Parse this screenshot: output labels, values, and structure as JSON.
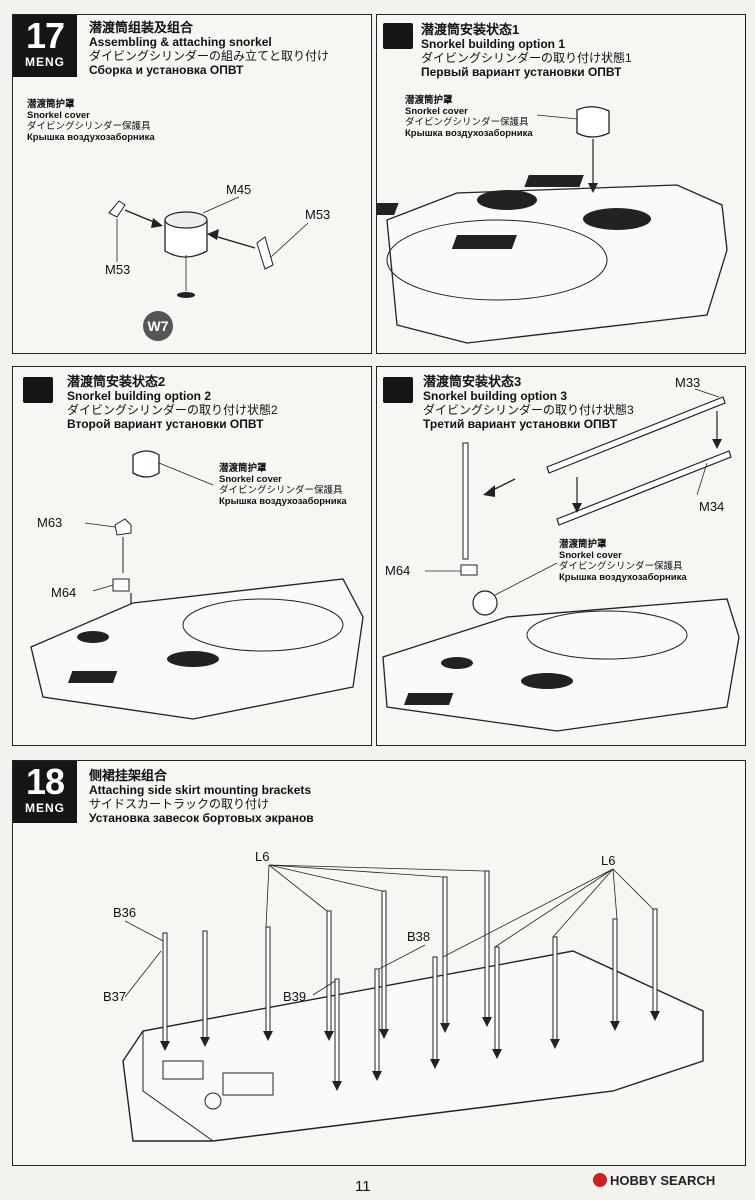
{
  "steps": {
    "s17": {
      "number": "17",
      "brand": "MENG",
      "zh": "潜渡筒组装及组合",
      "en": "Assembling & attaching snorkel",
      "ja": "ダイビングシリンダーの組み立てと取り付け",
      "ru": "Сборка и установка ОПВТ"
    },
    "s18": {
      "number": "18",
      "brand": "MENG",
      "zh": "侧裙挂架组合",
      "en": "Attaching side skirt mounting brackets",
      "ja": "サイドスカートラックの取り付け",
      "ru": "Установка завесок бортовых экранов"
    }
  },
  "cover_note": {
    "zh": "潜渡筒护罩",
    "en": "Snorkel cover",
    "ja": "ダイビングシリンダー保護具",
    "ru": "Крышка воздухозаборника"
  },
  "options": {
    "o1": {
      "zh": "潜渡筒安装状态1",
      "en": "Snorkel building option 1",
      "ja": "ダイビングシリンダーの取り付け状態1",
      "ru": "Первый вариант установки ОПВТ"
    },
    "o2": {
      "zh": "潜渡筒安装状态2",
      "en": "Snorkel building option 2",
      "ja": "ダイビングシリンダーの取り付け状態2",
      "ru": "Второй вариант установки ОПВТ"
    },
    "o3": {
      "zh": "潜渡筒安装状态3",
      "en": "Snorkel building option 3",
      "ja": "ダイビングシリンダーの取り付け状態3",
      "ru": "Третий вариант установки ОПВТ"
    }
  },
  "parts": {
    "m45": "M45",
    "m53": "M53",
    "m63": "M63",
    "m64": "M64",
    "m33": "M33",
    "m34": "M34",
    "w7": "W7",
    "l6": "L6",
    "b36": "B36",
    "b37": "B37",
    "b38": "B38",
    "b39": "B39"
  },
  "page_number": "11",
  "watermark": "HOBBY SEARCH"
}
